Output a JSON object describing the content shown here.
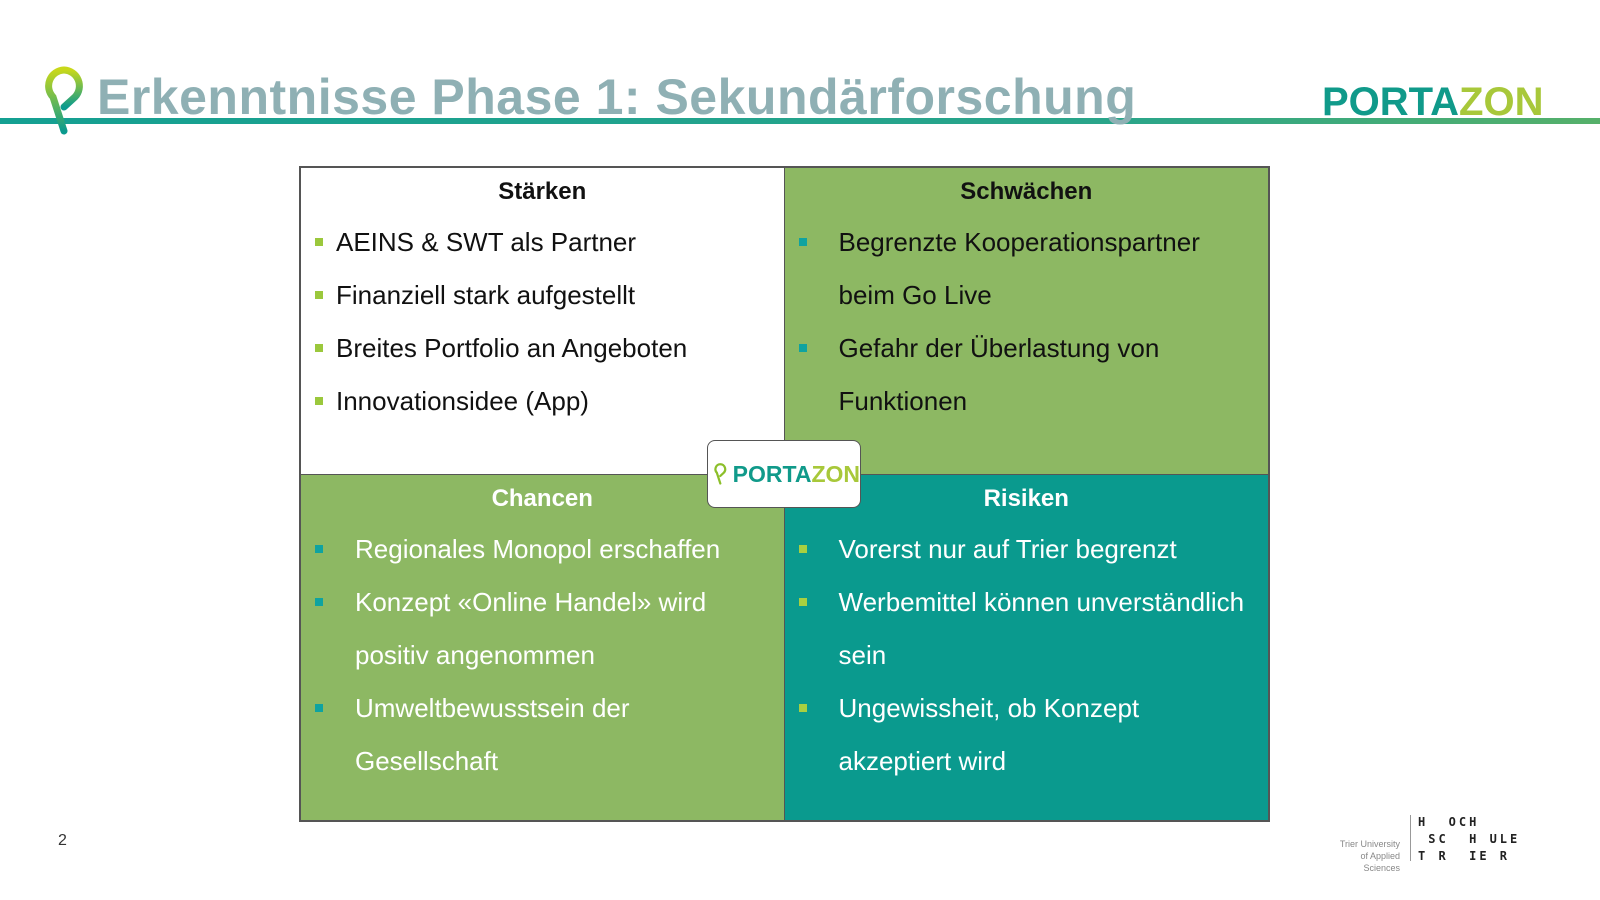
{
  "header": {
    "title": "Erkenntnisse Phase 1: Sekundärforschung",
    "brand_a": "PORTA",
    "brand_b": "ZON"
  },
  "swot": {
    "strengths": {
      "title": "Stärken",
      "items": [
        "AEINS & SWT als Partner",
        "Finanziell stark aufgestellt",
        "Breites Portfolio an Angeboten",
        "Innovationsidee (App)"
      ]
    },
    "weaknesses": {
      "title": "Schwächen",
      "items": [
        "Begrenzte Kooperationspartner beim Go Live",
        "Gefahr der Überlastung von Funktionen"
      ]
    },
    "opportunities": {
      "title": "Chancen",
      "items": [
        "Regionales Monopol erschaffen",
        "Konzept «Online Handel» wird positiv angenommen",
        "Umweltbewusstsein der Gesellschaft"
      ]
    },
    "threats": {
      "title": "Risiken",
      "items": [
        "Vorerst nur auf Trier begrenzt",
        "Werbemittel können unverständlich sein",
        "Ungewissheit, ob Konzept akzeptiert wird"
      ]
    }
  },
  "footer": {
    "page": "2",
    "uni_line1": "Trier University",
    "uni_line2": "of Applied Sciences",
    "hs_logo": "H  OCH\n SC  H ULE\nT R  IE R"
  },
  "colors": {
    "green": "#8db863",
    "teal": "#0a9a8e",
    "title": "#8fb0b4"
  }
}
